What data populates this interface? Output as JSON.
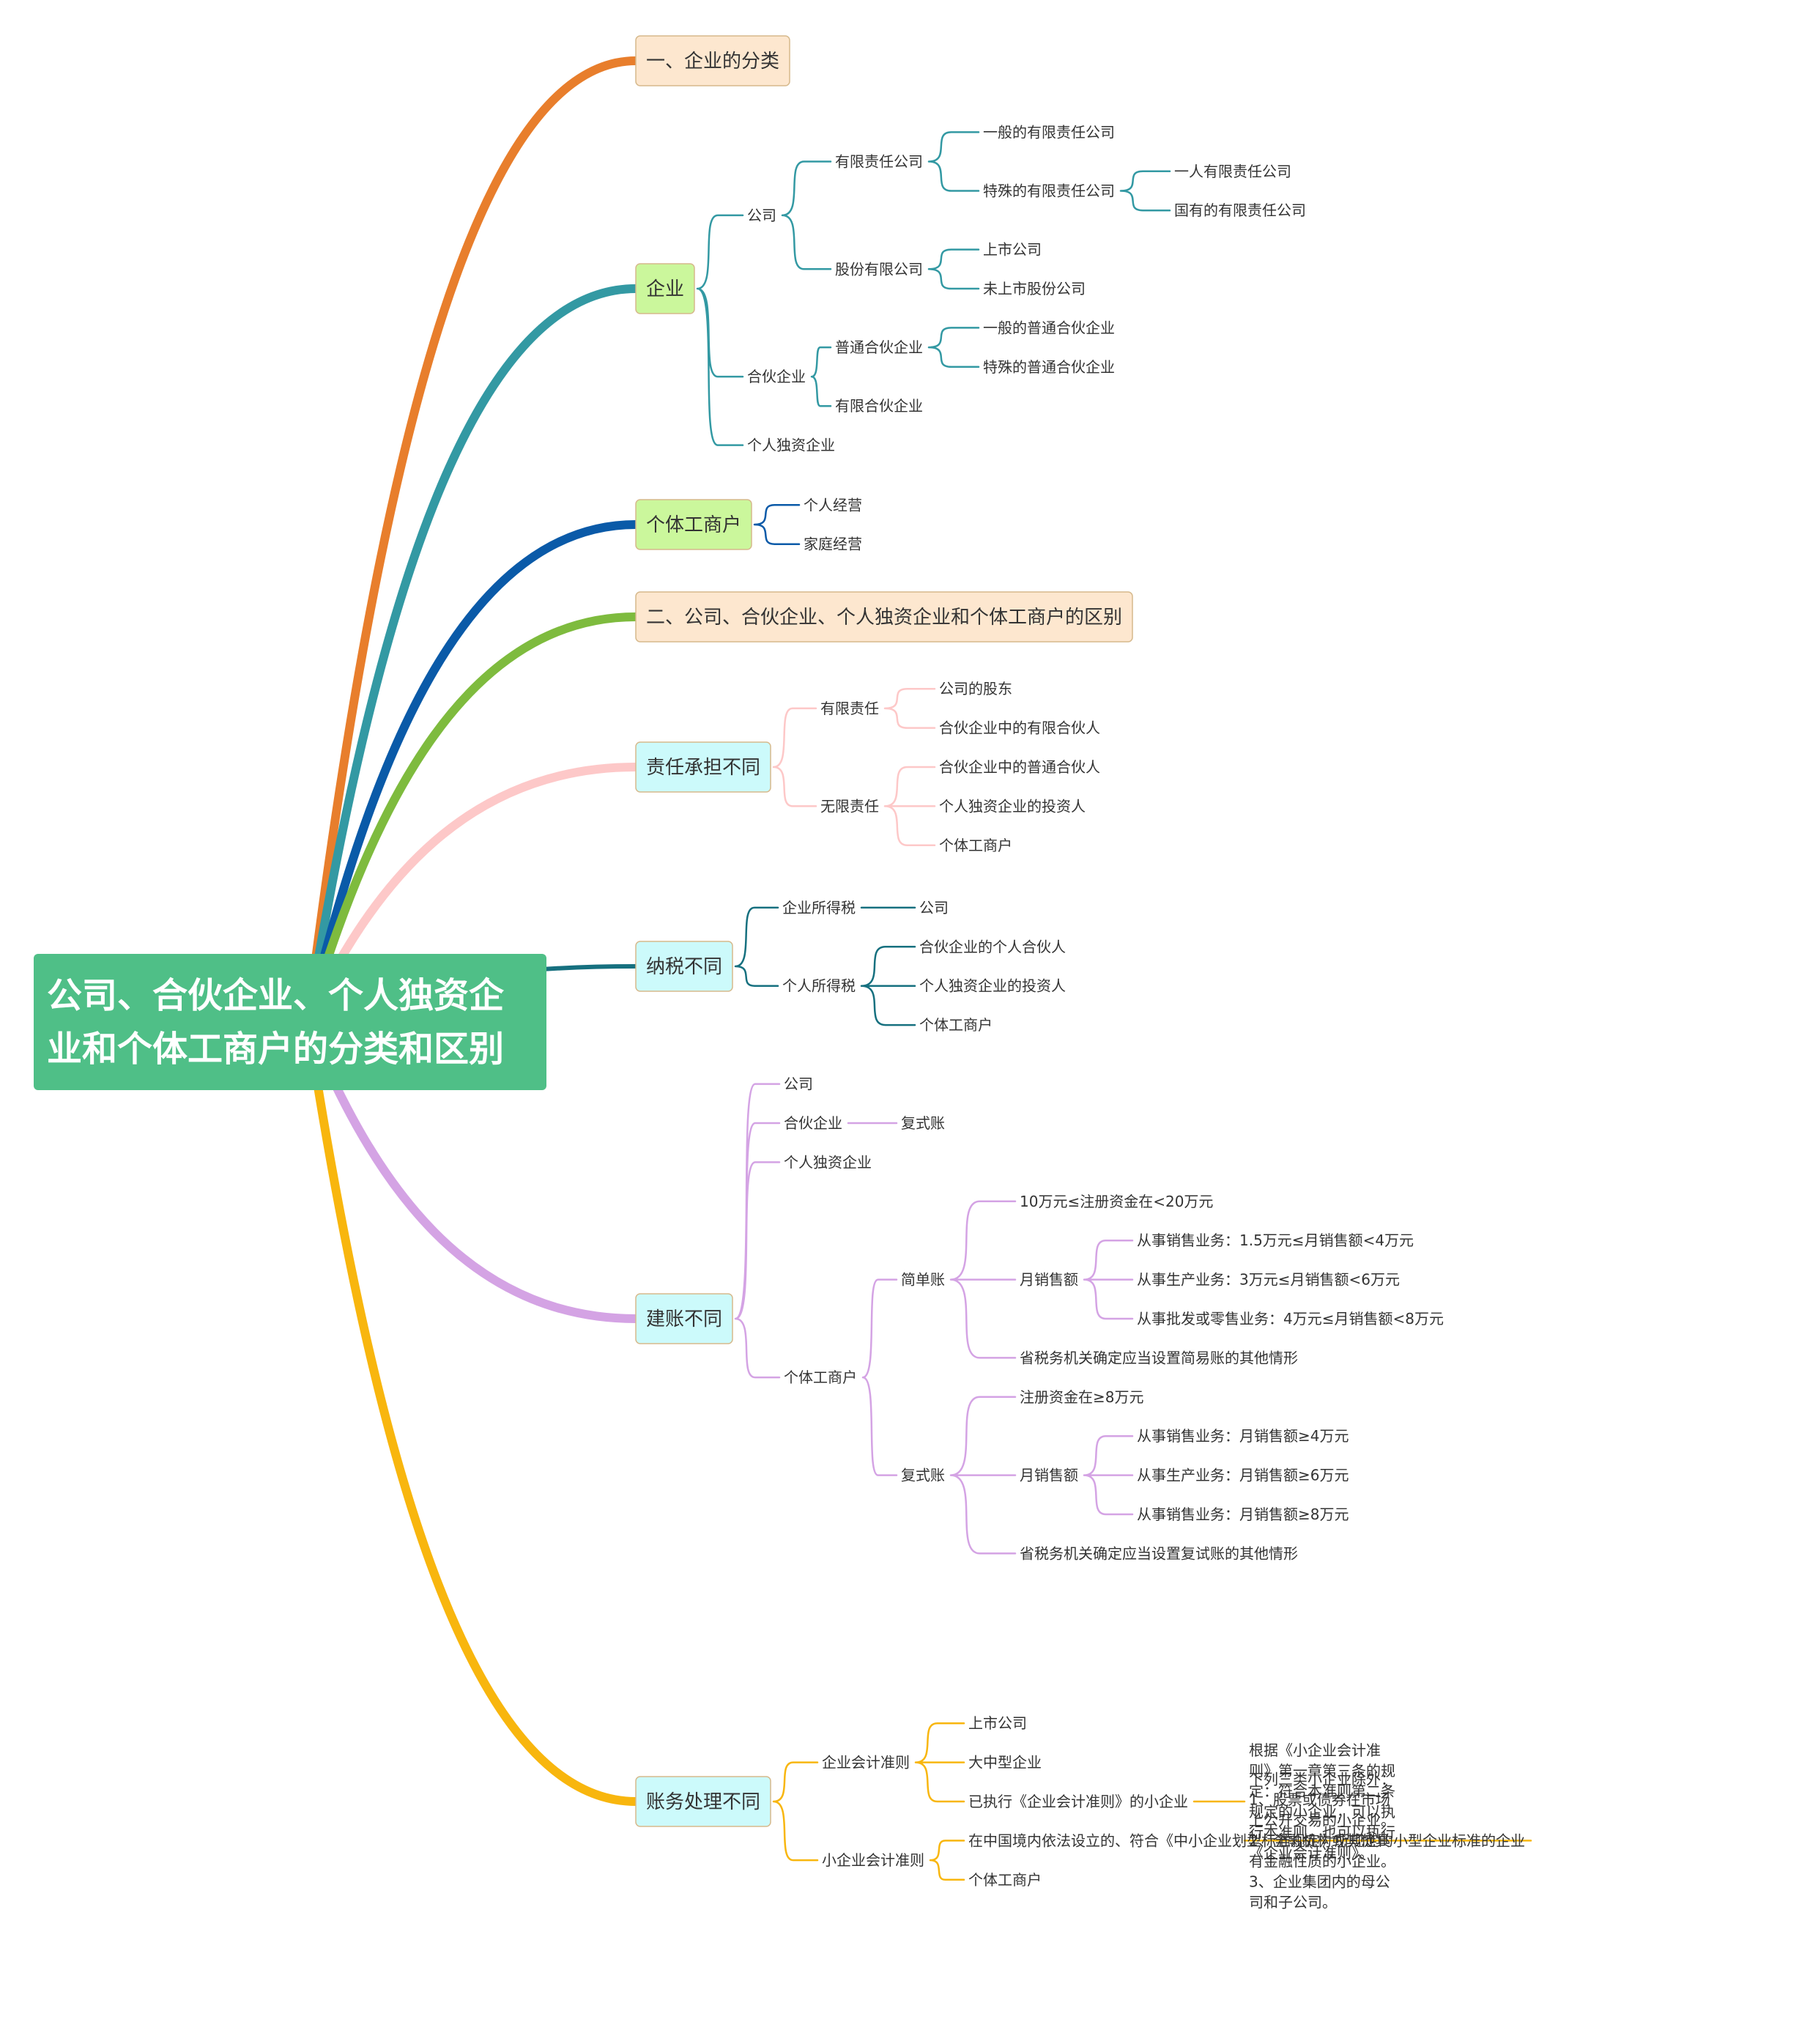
{
  "root": {
    "lines": [
      "公司、合伙企业、个人独资企",
      "业和个体工商户的分类和区别"
    ],
    "fill": "#4fbf87",
    "text_color": "#ffffff"
  },
  "branches": [
    {
      "label": "一、企业的分类",
      "color": "#e87e2c",
      "fill": "#fde7cf",
      "children": []
    },
    {
      "label": "企业",
      "color": "#3399a3",
      "fill": "#cbf79c",
      "children": [
        {
          "label": "公司",
          "children": [
            {
              "label": "有限责任公司",
              "children": [
                {
                  "label": "一般的有限责任公司"
                },
                {
                  "label": "特殊的有限责任公司",
                  "children": [
                    {
                      "label": "一人有限责任公司"
                    },
                    {
                      "label": "国有的有限责任公司"
                    }
                  ]
                }
              ]
            },
            {
              "label": "股份有限公司",
              "children": [
                {
                  "label": "上市公司"
                },
                {
                  "label": "未上市股份公司"
                }
              ]
            }
          ]
        },
        {
          "label": "合伙企业",
          "children": [
            {
              "label": "普通合伙企业",
              "children": [
                {
                  "label": "一般的普通合伙企业"
                },
                {
                  "label": "特殊的普通合伙企业"
                }
              ]
            },
            {
              "label": "有限合伙企业"
            }
          ]
        },
        {
          "label": "个人独资企业"
        }
      ]
    },
    {
      "label": "个体工商户",
      "color": "#0a5aa8",
      "fill": "#cbf79c",
      "children": [
        {
          "label": "个人经营"
        },
        {
          "label": "家庭经营"
        }
      ]
    },
    {
      "label": "二、公司、合伙企业、个人独资企业和个体工商户的区别",
      "color": "#7ebb3e",
      "fill": "#fde7cf",
      "children": []
    },
    {
      "label": "责任承担不同",
      "color": "#fdc8c8",
      "fill": "#ccfafb",
      "children": [
        {
          "label": "有限责任",
          "children": [
            {
              "label": "公司的股东"
            },
            {
              "label": "合伙企业中的有限合伙人"
            }
          ]
        },
        {
          "label": "无限责任",
          "children": [
            {
              "label": "合伙企业中的普通合伙人"
            },
            {
              "label": "个人独资企业的投资人"
            },
            {
              "label": "个体工商户"
            }
          ]
        }
      ]
    },
    {
      "label": "纳税不同",
      "color": "#16707f",
      "fill": "#ccfafb",
      "children": [
        {
          "label": "企业所得税",
          "children": [
            {
              "label": "公司"
            }
          ]
        },
        {
          "label": "个人所得税",
          "children": [
            {
              "label": "合伙企业的个人合伙人"
            },
            {
              "label": "个人独资企业的投资人"
            },
            {
              "label": "个体工商户"
            }
          ]
        }
      ]
    },
    {
      "label": "建账不同",
      "color": "#d4a3e4",
      "fill": "#ccfafb",
      "children": [
        {
          "label": "公司"
        },
        {
          "label": "合伙企业",
          "children": [
            {
              "label": "复式账"
            }
          ]
        },
        {
          "label": "个人独资企业"
        },
        {
          "label": "个体工商户",
          "children": [
            {
              "label": "简单账",
              "children": [
                {
                  "label": "10万元≤注册资金在<20万元"
                },
                {
                  "label": "月销售额",
                  "children": [
                    {
                      "label": "从事销售业务：1.5万元≤月销售额<4万元"
                    },
                    {
                      "label": "从事生产业务：3万元≤月销售额<6万元"
                    },
                    {
                      "label": "从事批发或零售业务：4万元≤月销售额<8万元"
                    }
                  ]
                },
                {
                  "label": "省税务机关确定应当设置简易账的其他情形"
                }
              ]
            },
            {
              "label": "复式账",
              "children": [
                {
                  "label": "注册资金在≥8万元"
                },
                {
                  "label": "月销售额",
                  "children": [
                    {
                      "label": "从事销售业务：月销售额≥4万元"
                    },
                    {
                      "label": "从事生产业务：月销售额≥6万元"
                    },
                    {
                      "label": "从事销售业务：月销售额≥8万元"
                    }
                  ]
                },
                {
                  "label": "省税务机关确定应当设置复试账的其他情形"
                }
              ]
            }
          ]
        }
      ]
    },
    {
      "label": "账务处理不同",
      "color": "#f8b60e",
      "fill": "#ccfafb",
      "children": [
        {
          "label": "企业会计准则",
          "children": [
            {
              "label": "上市公司"
            },
            {
              "label": "大中型企业"
            },
            {
              "label": "已执行《企业会计准则》的小企业",
              "children": [
                {
                  "label": "根据《小企业会计准则》第一章第三条的规定：符合本准则第二条规定的小企业，可以执行本准则，也可以执行《企业会计准则》。",
                  "lines": [
                    "根据《小企业会计准",
                    "则》第一章第三条的规",
                    "定：符合本准则第二条",
                    "规定的小企业，可以执",
                    "行本准则，也可以执行",
                    "《企业会计准则》。"
                  ]
                }
              ]
            }
          ]
        },
        {
          "label": "小企业会计准则",
          "children": [
            {
              "label": "在中国境内依法设立的、符合《中小企业划型标准规定》所规定的小型企业标准的企业",
              "children": [
                {
                  "label": "下列三类小企业除外：1、股票或债券在市场上公开交易的小企业。2、全融机构或其他具有金融性质的小企业。3、企业集团内的母公司和子公司。",
                  "lines": [
                    "下列三类小企业除外：",
                    "1、股票或债券在市场",
                    "上公开交易的小企业。",
                    "2、全融机构或其他具",
                    "有金融性质的小企业。",
                    "3、企业集团内的母公",
                    "司和子公司。"
                  ]
                }
              ]
            },
            {
              "label": "个体工商户"
            }
          ]
        }
      ]
    }
  ]
}
